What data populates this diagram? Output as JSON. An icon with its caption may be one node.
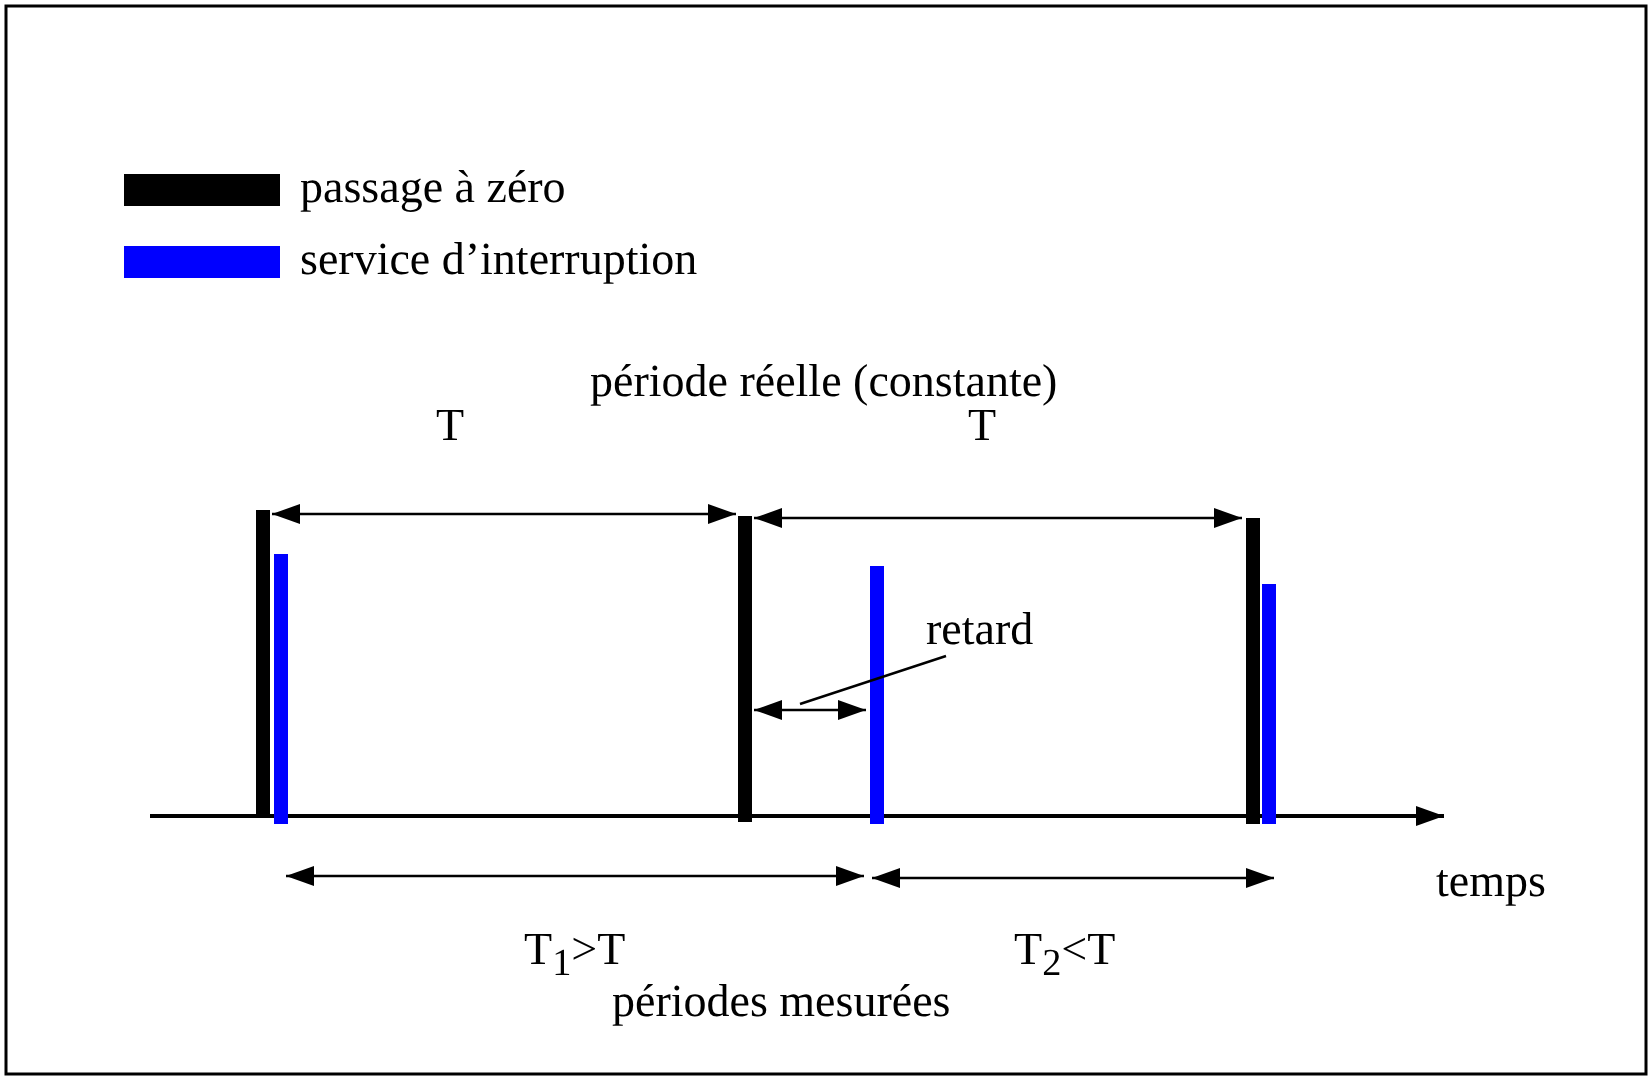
{
  "diagram": {
    "nodes": [
      {
        "text": [
          "retard"
        ]
      },
      {
        "text": [],
        "shape": "arrow"
      }
    ],
    "edges": [
      {
        "from": 0,
        "to": 1,
        "arrow": "none"
      }
    ],
    "labels": [
      "période réelle (constante)",
      "T",
      "T",
      "temps",
      "T$_{1}$>T",
      "T$_{2}$<T",
      "périodes mesurées"
    ],
    "legend": [
      {
        "text": "passage à zéro",
        "color": "#000000"
      },
      {
        "text": "service d’interruption",
        "color": "#0000ff"
      }
    ]
  }
}
